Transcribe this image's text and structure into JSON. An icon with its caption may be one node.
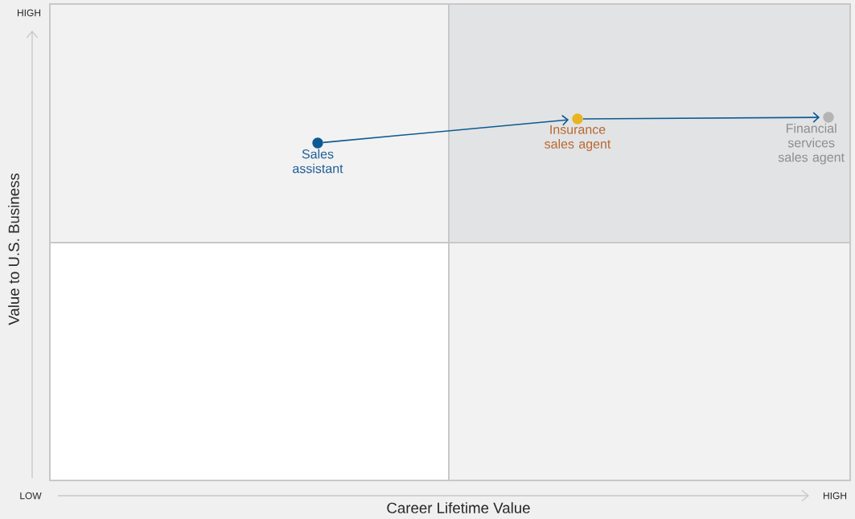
{
  "diagram": {
    "nodes": [
      {
        "text": [
          "Sales assistant"
        ]
      },
      {
        "text": [
          "Insurance sales agent"
        ]
      },
      {
        "text": [
          "Financial services sales agent"
        ]
      }
    ],
    "edges": [
      {
        "from": 0,
        "to": 1,
        "arrow": "to"
      },
      {
        "from": 1,
        "to": 2,
        "arrow": "to"
      }
    ],
    "labels": [
      "HIGH",
      "Value to U.S. Business",
      "LOW",
      "Career Lifetime Value",
      "HIGH"
    ]
  }
}
